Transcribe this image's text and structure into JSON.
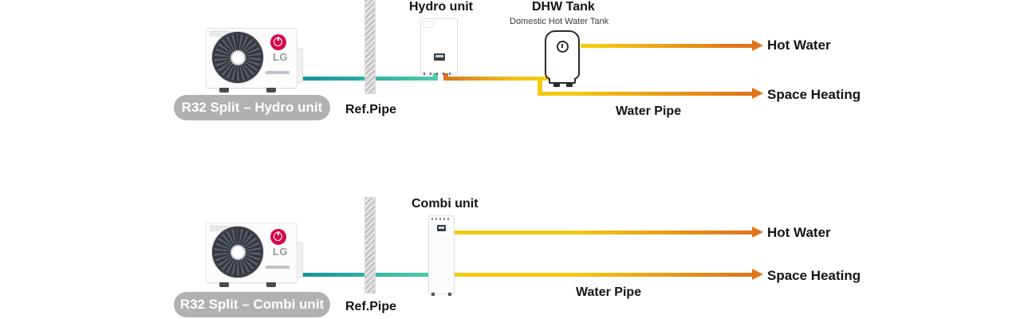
{
  "colors": {
    "teal_start": "#11929c",
    "teal_end": "#4fccab",
    "pipe_yellow": "#f2ca12",
    "pipe_orange": "#e0761b",
    "badge_bg": "#b1b1b1",
    "badge_text": "#ffffff",
    "label_text": "#141414",
    "lg_pink": "#d2094c"
  },
  "sections": [
    {
      "badge_label": "R32 Split – Hydro unit",
      "outdoor_brand": "LG",
      "ref_pipe_label": "Ref.Pipe",
      "indoor_unit_label": "Hydro unit",
      "tank_title": "DHW Tank",
      "tank_subtitle": "Domestic Hot Water Tank",
      "water_pipe_label": "Water Pipe",
      "output_hot_water": "Hot Water",
      "output_space_heating": "Space Heating"
    },
    {
      "badge_label": "R32 Split – Combi unit",
      "outdoor_brand": "LG",
      "ref_pipe_label": "Ref.Pipe",
      "indoor_unit_label": "Combi unit",
      "water_pipe_label": "Water Pipe",
      "output_hot_water": "Hot Water",
      "output_space_heating": "Space Heating"
    }
  ]
}
